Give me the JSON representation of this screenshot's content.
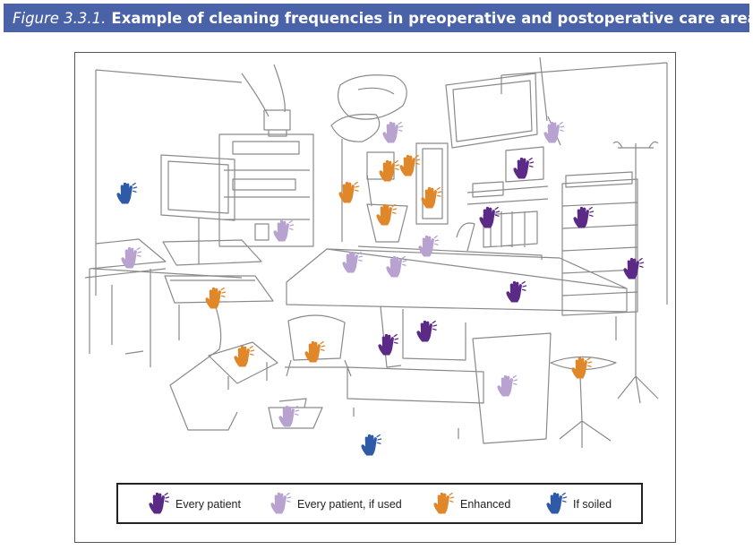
{
  "figure": {
    "label": "Figure 3.3.1.",
    "title": "Example of cleaning frequencies in preoperative and postoperative care areas"
  },
  "colors": {
    "banner": "#4a63a8",
    "every_patient": "#5b2a86",
    "every_patient_if_used": "#b8a3d0",
    "enhanced": "#e0872a",
    "if_soiled": "#2e5aa8"
  },
  "legend": [
    {
      "key": "every_patient",
      "label": "Every patient",
      "icon": "hand-icon"
    },
    {
      "key": "every_patient_if_used",
      "label": "Every patient, if used",
      "icon": "hand-icon"
    },
    {
      "key": "enhanced",
      "label": "Enhanced",
      "icon": "hand-icon"
    },
    {
      "key": "if_soiled",
      "label": "If soiled",
      "icon": "hand-icon"
    }
  ]
}
